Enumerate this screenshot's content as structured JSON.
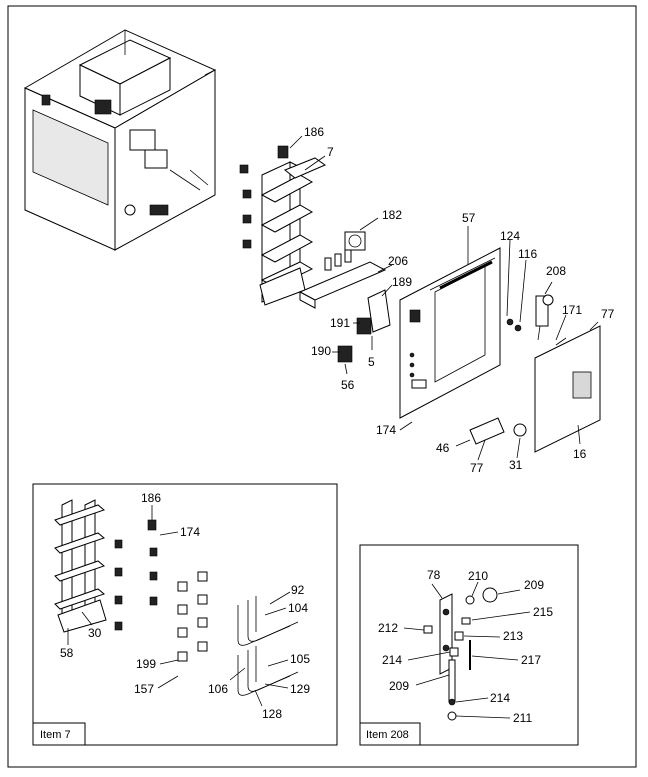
{
  "main_view": {
    "callouts": [
      "186",
      "7",
      "182",
      "57",
      "124",
      "116",
      "208",
      "206",
      "189",
      "171",
      "77",
      "191",
      "5",
      "190",
      "56",
      "174",
      "46",
      "77",
      "31",
      "16"
    ]
  },
  "item7_panel": {
    "caption": "Item 7",
    "callouts": [
      "186",
      "174",
      "30",
      "58",
      "92",
      "104",
      "105",
      "199",
      "157",
      "106",
      "129",
      "128"
    ]
  },
  "item208_panel": {
    "caption": "Item 208",
    "callouts": [
      "78",
      "210",
      "209",
      "215",
      "212",
      "213",
      "214",
      "217",
      "209",
      "214",
      "211"
    ]
  }
}
